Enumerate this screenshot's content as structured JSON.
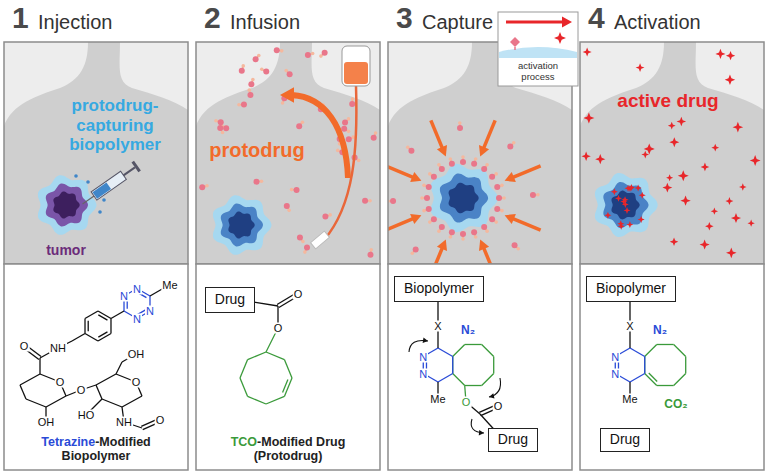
{
  "diagram": {
    "nodes": [
      {
        "text": [
          "1",
          "Injection"
        ]
      },
      {
        "text": [
          "Tetrazine-Modified Biopolymer"
        ],
        "in": 0
      },
      {
        "text": [
          "2",
          "Infusion"
        ]
      },
      {
        "text": [
          "TCO-Modified Drug (Protodrug)"
        ],
        "in": 2
      },
      {
        "text": [
          "Drug"
        ],
        "in": 3
      },
      {
        "text": [
          "3",
          "Capture"
        ]
      },
      {
        "text": [
          "activation process"
        ],
        "in": 5
      },
      {
        "text": [
          "Biopolymer"
        ],
        "in": 5
      },
      {
        "text": [
          "Drug"
        ],
        "in": 5
      },
      {
        "text": [
          "4",
          "Activation"
        ]
      },
      {
        "text": [
          "Biopolymer"
        ],
        "in": 9
      },
      {
        "text": [
          "Drug"
        ],
        "in": 9
      }
    ],
    "labels": [
      "protodrug-capturing biopolymer",
      "tumor",
      "N",
      "N",
      "N",
      "N",
      "Me",
      "O",
      "NH",
      "O",
      "OH",
      "O",
      "O",
      "OH",
      "HO",
      "NH",
      "O",
      "protodrug",
      "O",
      "O",
      "X",
      "N₂",
      "N",
      "N",
      "Me",
      "O",
      "O",
      "active drug",
      "X",
      "N₂",
      "N",
      "N",
      "Me",
      "CO₂"
    ]
  }
}
